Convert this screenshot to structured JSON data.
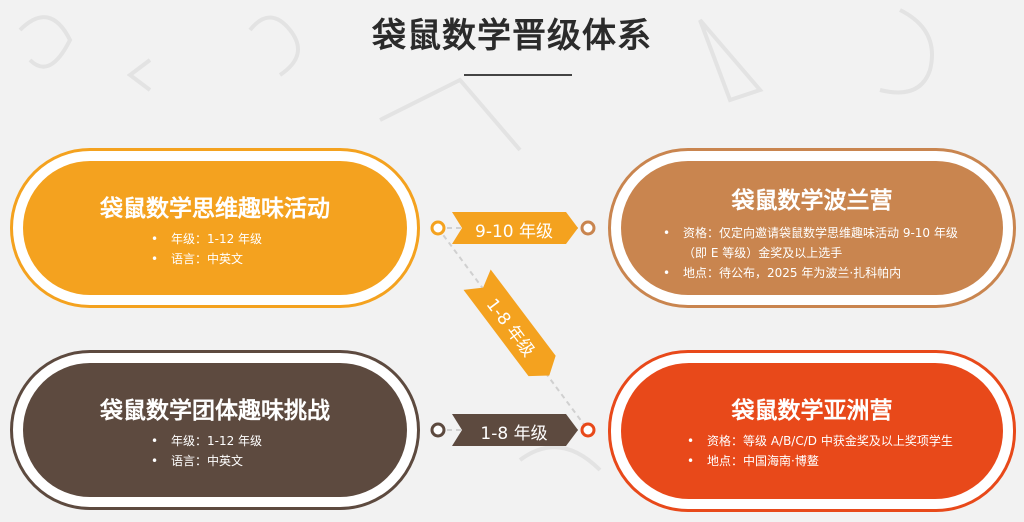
{
  "header": {
    "title": "袋鼠数学晋级体系"
  },
  "cards": {
    "thinking": {
      "title": "袋鼠数学思维趣味活动",
      "items": [
        "年级：1-12 年级",
        "语言：中英文"
      ]
    },
    "team": {
      "title": "袋鼠数学团体趣味挑战",
      "items": [
        "年级：1-12 年级",
        "语言：中英文"
      ]
    },
    "poland": {
      "title": "袋鼠数学波兰营",
      "items": [
        "资格：仅定向邀请袋鼠数学思维趣味活动 9-10 年级（即 E 等级）金奖及以上选手",
        "地点：待公布，2025 年为波兰·扎科帕内"
      ]
    },
    "asia": {
      "title": "袋鼠数学亚洲营",
      "items": [
        "资格：等级 A/B/C/D 中获金奖及以上奖项学生",
        "地点：中国海南·博鳌"
      ]
    }
  },
  "arrows": {
    "top": "9-10 年级",
    "diagonal": "1-8 年级",
    "bottom": "1-8 年级"
  },
  "colors": {
    "thinking": "#f4a21f",
    "team": "#5d4a3f",
    "poland": "#c9854f",
    "asia": "#e8491a"
  }
}
